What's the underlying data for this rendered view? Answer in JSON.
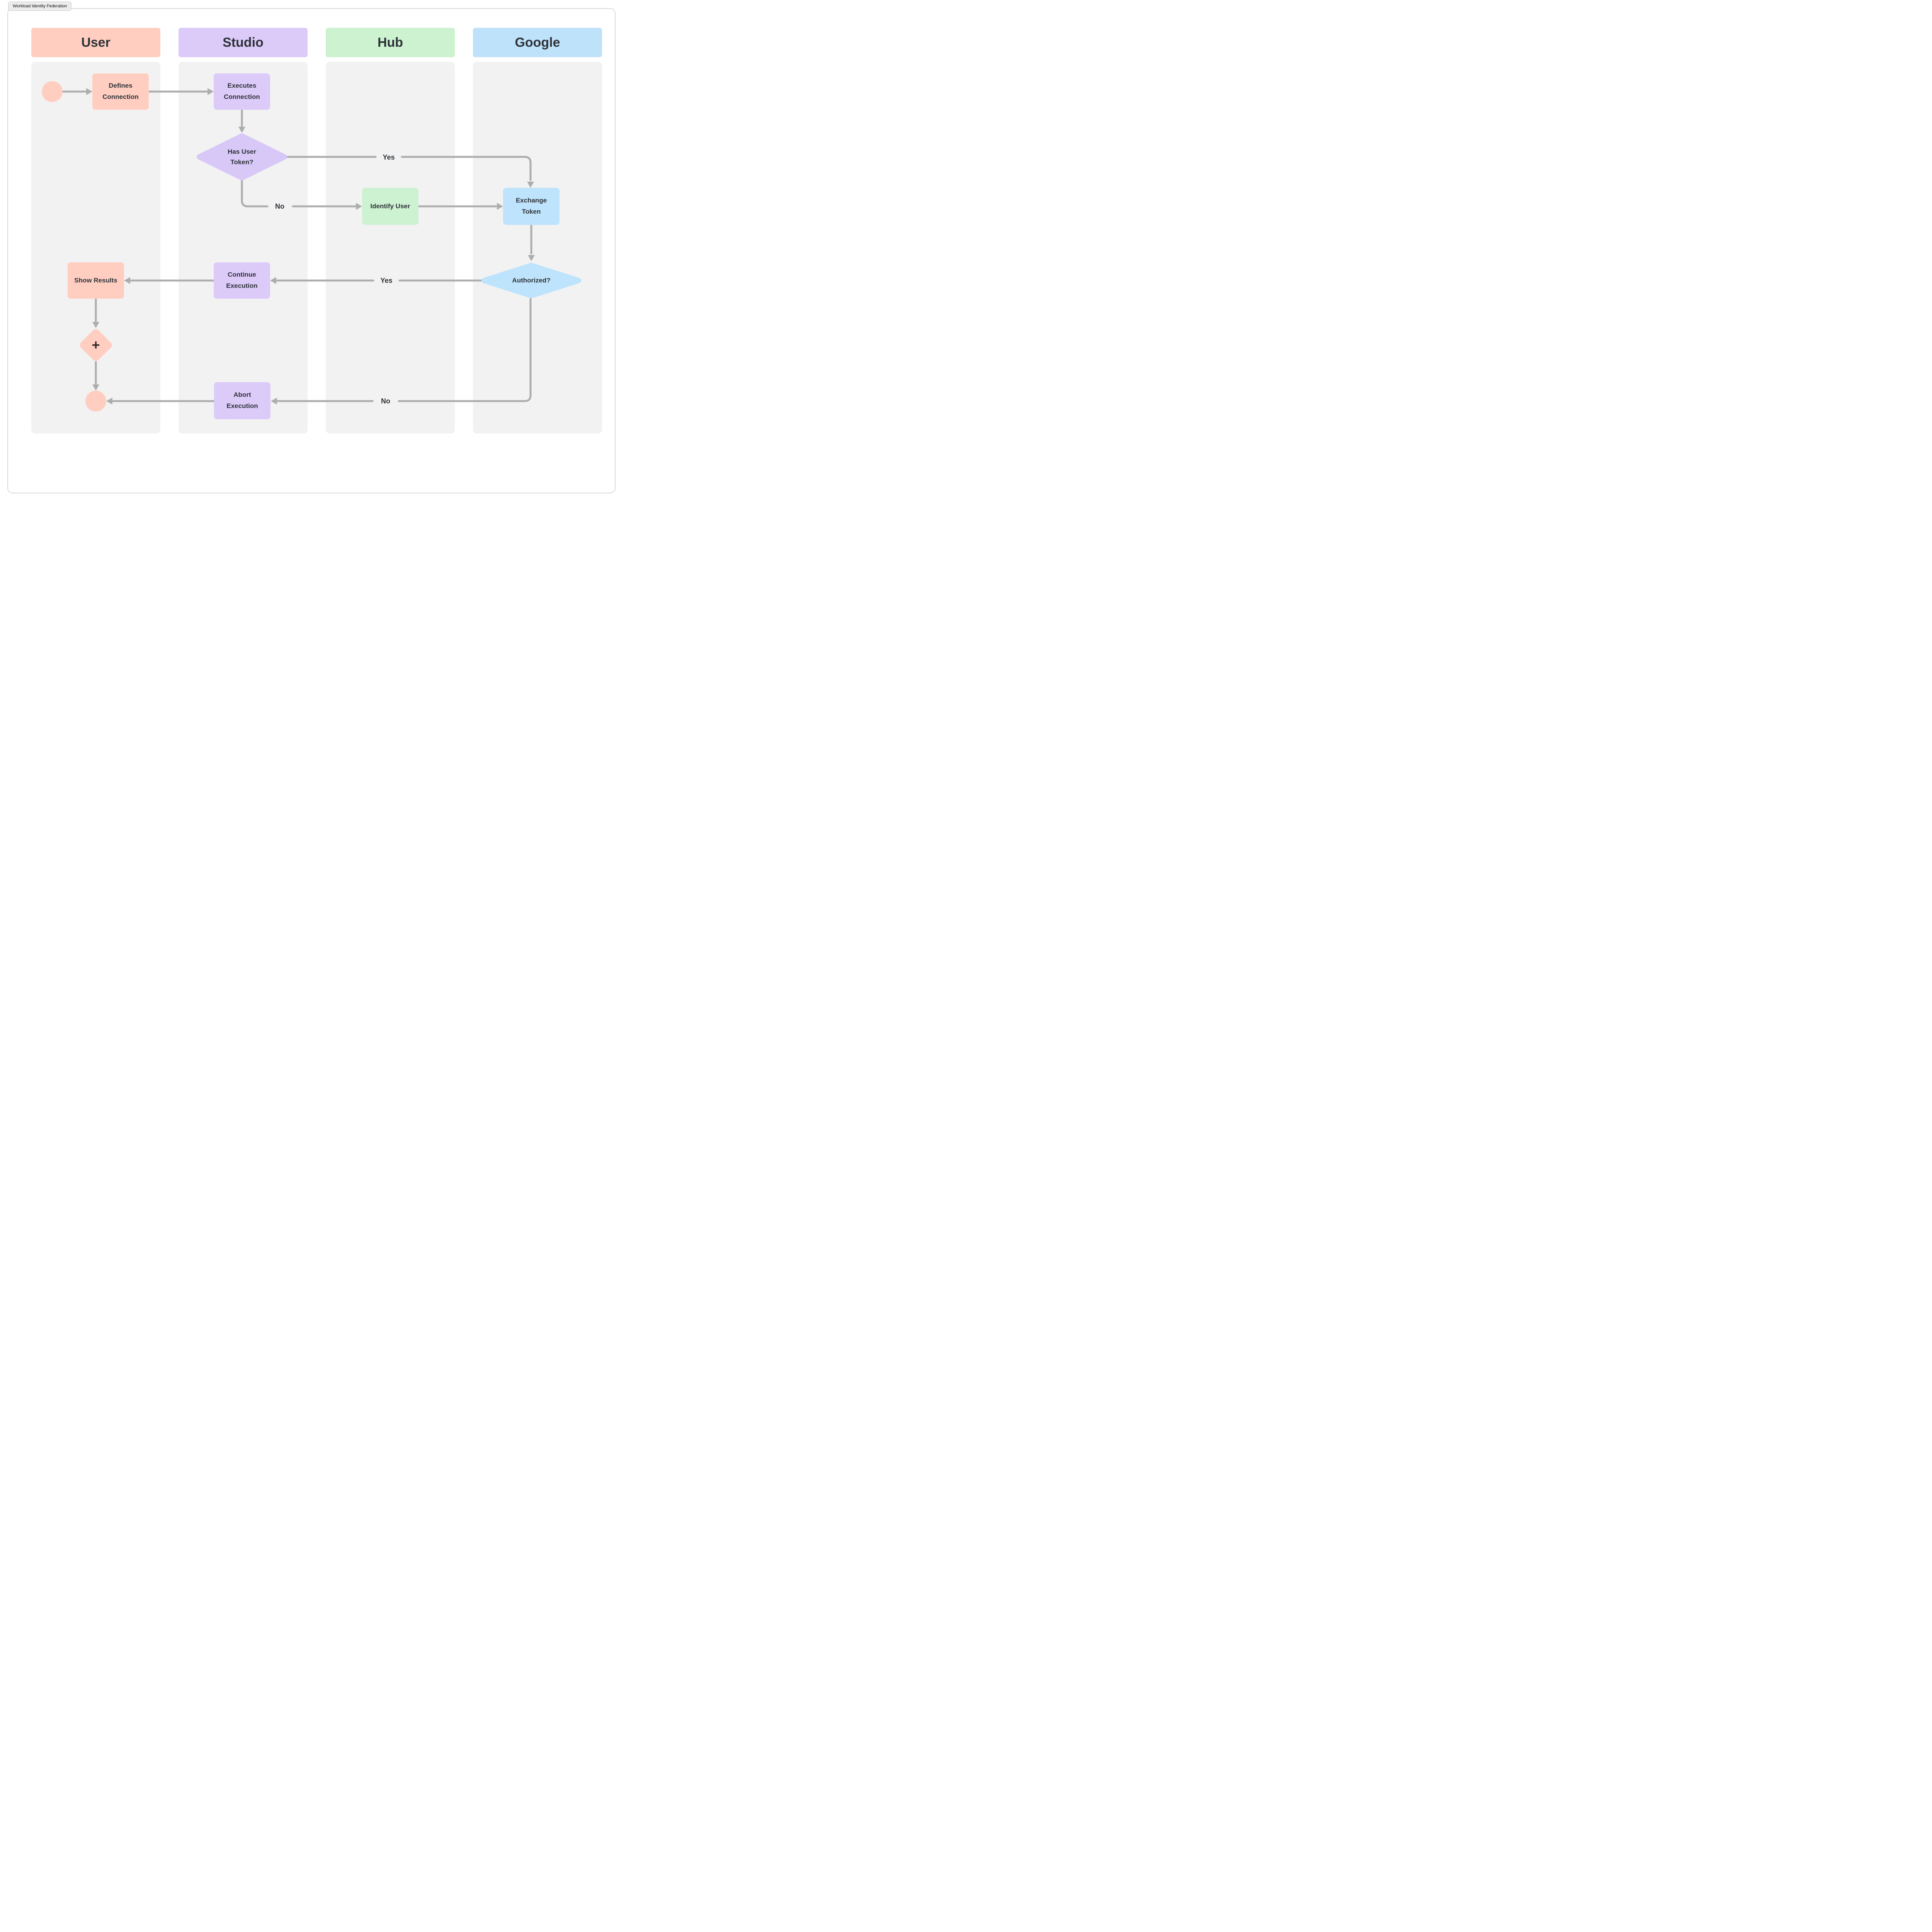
{
  "tab": {
    "title": "Workload Identity Federation"
  },
  "lanes": [
    {
      "id": "user",
      "label": "User",
      "header_color": "#ffcec1"
    },
    {
      "id": "studio",
      "label": "Studio",
      "header_color": "#dccaf9"
    },
    {
      "id": "hub",
      "label": "Hub",
      "header_color": "#ccf2d0"
    },
    {
      "id": "google",
      "label": "Google",
      "header_color": "#bfe2fb"
    }
  ],
  "nodes": {
    "defines_connection": "Defines\nConnection",
    "executes_connection": "Executes\nConnection",
    "has_user_token": "Has User\nToken?",
    "identify_user": "Identify User",
    "exchange_token": "Exchange\nToken",
    "authorized": "Authorized?",
    "show_results": "Show Results",
    "continue_execution": "Continue\nExecution",
    "abort_execution": "Abort\nExecution",
    "merge_plus": "+"
  },
  "edge_labels": {
    "yes_top": "Yes",
    "no_mid": "No",
    "yes_mid": "Yes",
    "no_bottom": "No"
  },
  "colors": {
    "lane_body": "#f2f2f2",
    "peach": "#ffcec1",
    "purple": "#dccaf9",
    "green": "#cdf2d2",
    "blue": "#bee3fc",
    "connector": "#adadad",
    "text": "#2e3238"
  }
}
